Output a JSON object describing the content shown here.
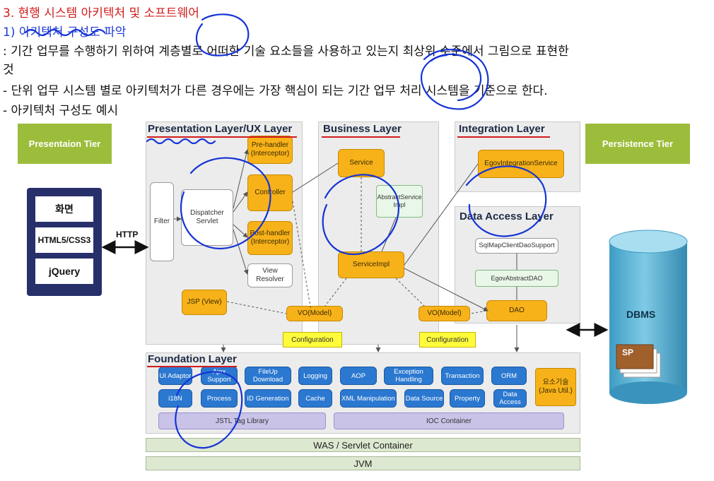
{
  "heading": {
    "title": "3. 현행 시스템 아키텍처 및 소프트웨어",
    "subtitle": "1) 아키텍처 구성도 파악",
    "line1": ": 기간 업무를 수행하기 위하여 계층별로 어떠한 기술 요소들을 사용하고 있는지 최상위 수준에서 그림으로 표현한",
    "line1b": "것",
    "line2": "- 단위 업무 시스템 별로 아키텍처가 다른 경우에는 가장 핵심이 되는 기간 업무 처리 시스템을 기준으로 한다.",
    "line3": "- 아키텍처 구성도 예시"
  },
  "tiers": {
    "presentation": "Presentaion Tier",
    "persistence": "Persistence Tier"
  },
  "client": {
    "items": [
      "화면",
      "HTML5/CSS3",
      "jQuery"
    ],
    "http_label": "HTTP"
  },
  "presentation_layer": {
    "title": "Presentation Layer/UX Layer",
    "filter": "Filter",
    "dispatcher": "Dispatcher Servlet",
    "pre_handler_top": "Pre-handler (Interceptor)",
    "controller": "Controller",
    "post_handler": "Post-handler (Interceptor)",
    "view_resolver": "View Resolver",
    "jsp": "JSP (View)"
  },
  "business_layer": {
    "title": "Business Layer",
    "service": "Service",
    "abstract_service": "AbstractService Impl",
    "service_impl": "ServiceImpl"
  },
  "integration_layer": {
    "title": "Integration Layer",
    "egov_integration": "EgovIntegrationService"
  },
  "data_access_layer": {
    "title": "Data Access Layer",
    "sqlmap": "SqlMapClientDaoSupport",
    "egov_abstract_dao": "EgovAbstractDAO",
    "dao": "DAO"
  },
  "vo_model": "VO(Model)",
  "configuration": "Configuration",
  "foundation_layer": {
    "title": "Foundation Layer",
    "row1": [
      "UI Adaptor",
      "Ajax Support",
      "FileUp Download",
      "Logging",
      "AOP",
      "Exception Handling",
      "Transaction",
      "ORM"
    ],
    "row2": [
      "i18N",
      "Process",
      "ID Generation",
      "Cache",
      "XML Manipulation",
      "Data Source",
      "Property",
      "Data Access"
    ],
    "extra": "요소기술 (Java Util.)",
    "jstl": "JSTL Tag Library",
    "ioc": "IOC Container"
  },
  "was": "WAS / Servlet Container",
  "jvm": "JVM",
  "dbms": {
    "label": "DBMS",
    "sp": "SP"
  },
  "colors": {
    "red_title": "#d21c1c",
    "blue_sub": "#1f3bd6",
    "annotation_ink": "#1533d6",
    "tier_green": "#9cbd3b",
    "component_orange": "#f7b21a",
    "foundation_blue": "#2b78d0",
    "dbms_cyan": "#5eb7d8"
  }
}
